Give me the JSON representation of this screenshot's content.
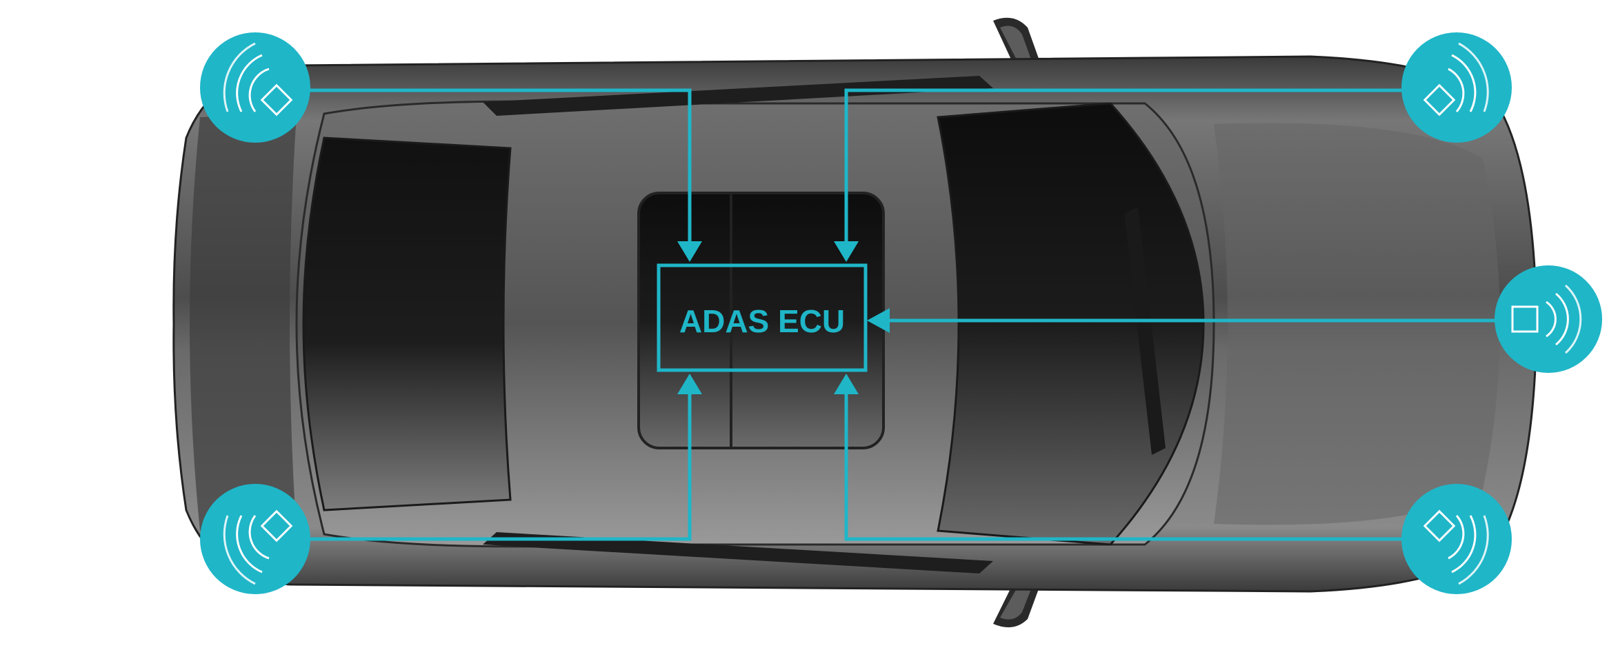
{
  "diagram": {
    "ecu_label": "ADAS ECU",
    "accent_color": "#1fb6c8",
    "car_body_color": "#5a5a5a",
    "sensors": [
      {
        "id": "front-left",
        "icon": "corner-radar-icon"
      },
      {
        "id": "front-right",
        "icon": "corner-radar-icon"
      },
      {
        "id": "front-center",
        "icon": "front-radar-icon"
      },
      {
        "id": "rear-left",
        "icon": "corner-radar-icon"
      },
      {
        "id": "rear-right",
        "icon": "corner-radar-icon"
      }
    ]
  }
}
